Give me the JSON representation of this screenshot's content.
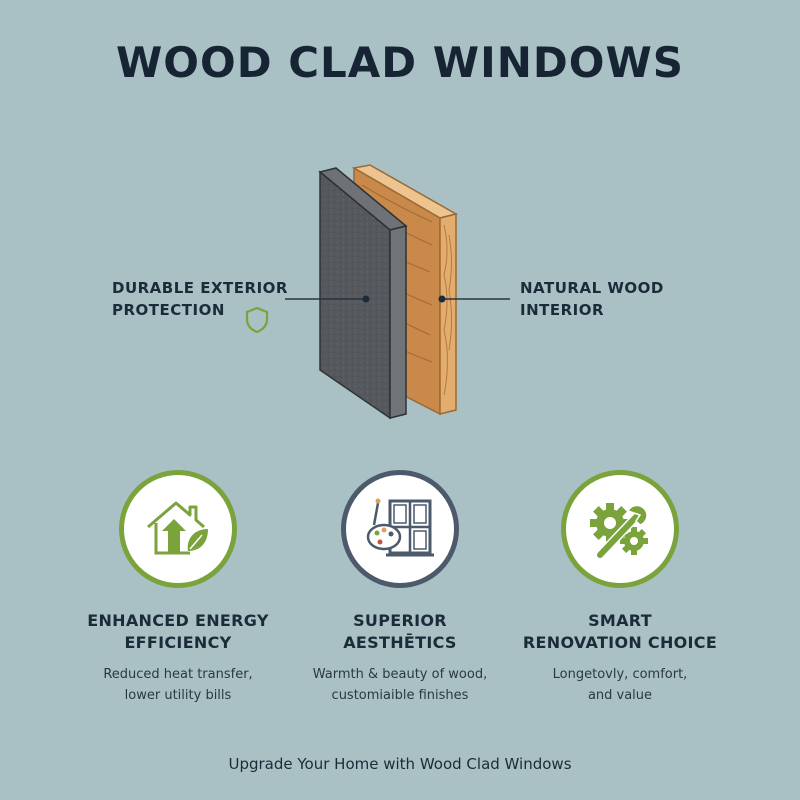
{
  "title": "WOOD CLAD WINDOWS",
  "callouts": {
    "exterior": {
      "line1": "DURABLE EXTERIOR",
      "line2": "PROTECTION",
      "icon": "shield-icon"
    },
    "interior": {
      "line1": "NATURAL WOOD",
      "line2": "INTERIOR"
    }
  },
  "features": [
    {
      "icon": "eco-house-icon",
      "title1": "ENHANCED ENERGY",
      "title2": "EFFICIENCY",
      "desc1": "Reduced heat transfer,",
      "desc2": "lower utility bills"
    },
    {
      "icon": "window-palette-icon",
      "title1": "SUPERIOR",
      "title2": "AESTHĒTICS",
      "desc1": "Warmth & beauty of wood,",
      "desc2": "customiaible finishes"
    },
    {
      "icon": "gear-wrench-icon",
      "title1": "SMART",
      "title2": "RENOVATION CHOICE",
      "desc1": "Longetovly, comfort,",
      "desc2": "and value"
    }
  ],
  "footer": "Upgrade Your Home with Wood Clad Windows",
  "colors": {
    "background": "#a9c1c4",
    "accent_green": "#7aa33c",
    "dark_navy": "#172433",
    "wood": "#d9a15e",
    "cladding": "#4f5458"
  }
}
